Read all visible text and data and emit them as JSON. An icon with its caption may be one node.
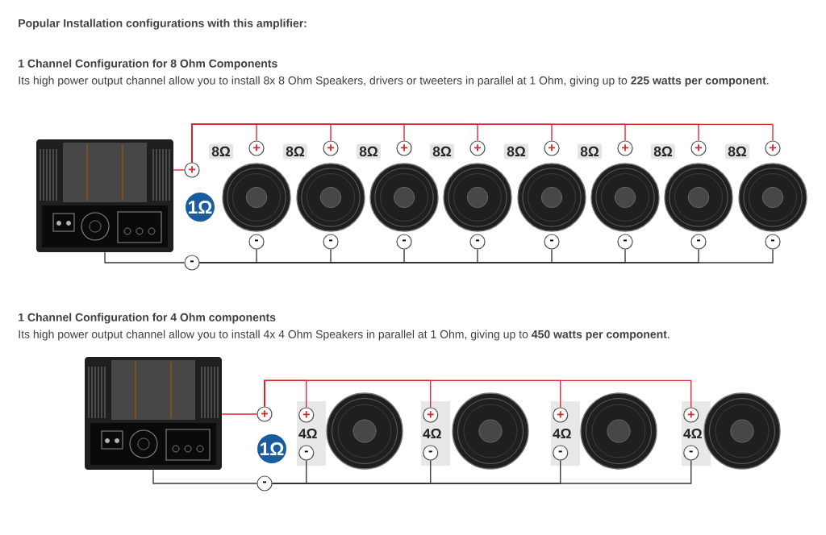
{
  "diagram": {
    "title": "Popular Installation configurations with this amplifier:",
    "labels": [
      "1 Channel Configuration for 8 Ohm Components",
      "Its high power output channel allow you to install 8x 8 Ohm Speakers, drivers or tweeters in parallel at 1 Ohm, giving up to **225 watts per component**.",
      "1 Channel Configuration for 4 Ohm components",
      "Its high power output channel allow you to install 4x 4 Ohm Speakers in parallel at 1 Ohm, giving up to **450 watts per component**."
    ],
    "nodes": [
      {
        "text": [],
        "shape": "picture"
      },
      {
        "text": [
          "+"
        ]
      },
      {
        "text": [
          "1Ω"
        ]
      },
      {
        "text": [
          "-"
        ]
      },
      {
        "text": [
          "+"
        ]
      },
      {
        "text": [],
        "shape": "picture",
        "beside": [
          "8Ω"
        ]
      },
      {
        "text": [
          "-"
        ]
      },
      {
        "text": [
          "+"
        ]
      },
      {
        "text": [],
        "shape": "picture",
        "beside": [
          "8Ω"
        ]
      },
      {
        "text": [
          "-"
        ]
      },
      {
        "text": [
          "+"
        ]
      },
      {
        "text": [],
        "shape": "picture",
        "beside": [
          "8Ω"
        ]
      },
      {
        "text": [
          "-"
        ]
      },
      {
        "text": [
          "+"
        ]
      },
      {
        "text": [],
        "shape": "picture",
        "beside": [
          "8Ω"
        ]
      },
      {
        "text": [
          "-"
        ]
      },
      {
        "text": [
          "+"
        ]
      },
      {
        "text": [],
        "shape": "picture",
        "beside": [
          "8Ω"
        ]
      },
      {
        "text": [
          "-"
        ]
      },
      {
        "text": [
          "+"
        ]
      },
      {
        "text": [],
        "shape": "picture",
        "beside": [
          "8Ω"
        ]
      },
      {
        "text": [
          "-"
        ]
      },
      {
        "text": [
          "+"
        ]
      },
      {
        "text": [],
        "shape": "picture",
        "beside": [
          "8Ω"
        ]
      },
      {
        "text": [
          "-"
        ]
      },
      {
        "text": [
          "+"
        ]
      },
      {
        "text": [],
        "shape": "picture",
        "beside": [
          "8Ω"
        ]
      },
      {
        "text": [
          "-"
        ]
      },
      {
        "text": [],
        "shape": "picture"
      },
      {
        "text": [
          "+"
        ]
      },
      {
        "text": [
          "1Ω"
        ]
      },
      {
        "text": [
          "-"
        ]
      },
      {
        "text": [
          "4Ω"
        ]
      },
      {
        "text": [
          "+"
        ],
        "in": 32
      },
      {
        "text": [
          "-"
        ],
        "in": 32
      },
      {
        "text": [],
        "shape": "picture"
      },
      {
        "text": [
          "4Ω"
        ]
      },
      {
        "text": [
          "+"
        ],
        "in": 36
      },
      {
        "text": [
          "-"
        ],
        "in": 36
      },
      {
        "text": [],
        "shape": "picture"
      },
      {
        "text": [
          "4Ω"
        ]
      },
      {
        "text": [
          "+"
        ],
        "in": 40
      },
      {
        "text": [
          "-"
        ],
        "in": 40
      },
      {
        "text": [],
        "shape": "picture"
      },
      {
        "text": [
          "4Ω"
        ]
      },
      {
        "text": [
          "+"
        ],
        "in": 44
      },
      {
        "text": [
          "-"
        ],
        "in": 44
      },
      {
        "text": [],
        "shape": "picture"
      }
    ],
    "edges": [
      {
        "from": 0,
        "to": 1,
        "arrow": "none",
        "color": "#d9232e"
      },
      {
        "from": 0,
        "to": 3,
        "arrow": "none",
        "color": "#333333"
      },
      {
        "from": 1,
        "to": 4,
        "arrow": "none",
        "color": "#d9232e"
      },
      {
        "from": 1,
        "to": 7,
        "arrow": "none",
        "color": "#d9232e"
      },
      {
        "from": 1,
        "to": 10,
        "arrow": "none",
        "color": "#d9232e"
      },
      {
        "from": 1,
        "to": 13,
        "arrow": "none",
        "color": "#d9232e"
      },
      {
        "from": 1,
        "to": 16,
        "arrow": "none",
        "color": "#d9232e"
      },
      {
        "from": 1,
        "to": 19,
        "arrow": "none",
        "color": "#d9232e"
      },
      {
        "from": 1,
        "to": 22,
        "arrow": "none",
        "color": "#d9232e"
      },
      {
        "from": 1,
        "to": 25,
        "arrow": "none",
        "color": "#d9232e"
      },
      {
        "from": 6,
        "to": 3,
        "arrow": "none",
        "color": "#333333"
      },
      {
        "from": 9,
        "to": 3,
        "arrow": "none",
        "color": "#333333"
      },
      {
        "from": 12,
        "to": 3,
        "arrow": "none",
        "color": "#333333"
      },
      {
        "from": 15,
        "to": 3,
        "arrow": "none",
        "color": "#333333"
      },
      {
        "from": 18,
        "to": 3,
        "arrow": "none",
        "color": "#333333"
      },
      {
        "from": 21,
        "to": 3,
        "arrow": "none",
        "color": "#333333"
      },
      {
        "from": 24,
        "to": 3,
        "arrow": "none",
        "color": "#333333"
      },
      {
        "from": 27,
        "to": 3,
        "arrow": "none",
        "color": "#333333"
      },
      {
        "from": 28,
        "to": 29,
        "arrow": "none",
        "color": "#d9232e"
      },
      {
        "from": 28,
        "to": 31,
        "arrow": "none",
        "color": "#333333"
      },
      {
        "from": 29,
        "to": 33,
        "arrow": "none",
        "color": "#d9232e"
      },
      {
        "from": 29,
        "to": 37,
        "arrow": "none",
        "color": "#d9232e"
      },
      {
        "from": 29,
        "to": 41,
        "arrow": "none",
        "color": "#d9232e"
      },
      {
        "from": 29,
        "to": 45,
        "arrow": "none",
        "color": "#d9232e"
      },
      {
        "from": 34,
        "to": 31,
        "arrow": "none",
        "color": "#333333"
      },
      {
        "from": 38,
        "to": 31,
        "arrow": "none",
        "color": "#333333"
      },
      {
        "from": 42,
        "to": 31,
        "arrow": "none",
        "color": "#333333"
      },
      {
        "from": 46,
        "to": 31,
        "arrow": "none",
        "color": "#333333"
      }
    ]
  }
}
